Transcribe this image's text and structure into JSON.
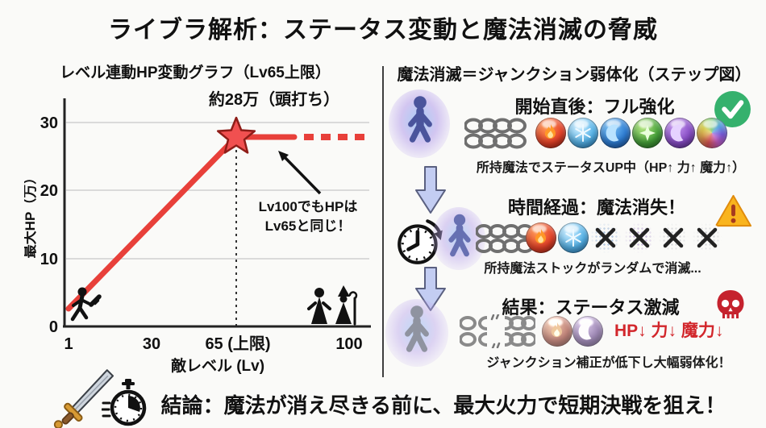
{
  "page": {
    "title": "ライブラ解析：ステータス変動と魔法消滅の脅威"
  },
  "chart": {
    "title": "レベル連動HP変動グラフ（Lv65上限）",
    "ylabel": "最大HP（万）",
    "xlabel": "敵レベル (Lv)",
    "yticks": [
      "0",
      "10",
      "20",
      "30"
    ],
    "xticks": [
      "1",
      "30",
      "65 (上限)",
      "100"
    ],
    "peak_label": "約28万（頭打ち）",
    "callout_line1": "Lv100でもHPは",
    "callout_line2": "Lv65と同じ！"
  },
  "chart_data": {
    "type": "line",
    "title": "レベル連動HP変動グラフ（Lv65上限）",
    "xlabel": "敵レベル (Lv)",
    "ylabel": "最大HP（万）",
    "x": [
      1,
      65,
      100
    ],
    "y": [
      3,
      28,
      28
    ],
    "xticks": [
      1,
      30,
      65,
      100
    ],
    "yticks": [
      0,
      10,
      20,
      30
    ],
    "xlim": [
      1,
      100
    ],
    "ylim": [
      0,
      33
    ],
    "grid": true,
    "line_color": "#e8403a",
    "marker": "star-at-x65-y28",
    "segments": [
      {
        "style": "solid",
        "from": [
          1,
          3
        ],
        "to": [
          65,
          28
        ]
      },
      {
        "style": "solid",
        "from": [
          65,
          28
        ],
        "to": [
          78,
          28
        ]
      },
      {
        "style": "dashed",
        "from": [
          78,
          28
        ],
        "to": [
          100,
          28
        ]
      }
    ],
    "annotations": [
      "約28万（頭打ち）",
      "Lv100でもHPは Lv65と同じ！"
    ]
  },
  "panel": {
    "title": "魔法消滅＝ジャンクション弱体化（ステップ図）"
  },
  "steps": [
    {
      "title": "開始直後：フル強化",
      "status": "check",
      "caption": "所持魔法でステータスUP中（HP↑ 力↑ 魔力↑）",
      "orbs": [
        "fire",
        "ice",
        "water",
        "holy",
        "moon",
        "rainbow"
      ],
      "lost": 0
    },
    {
      "title": "時間経過：魔法消失！",
      "status": "warning",
      "caption": "所持魔法ストックがランダムで消滅...",
      "orbs": [
        "fire",
        "ice"
      ],
      "lost": 4
    },
    {
      "title": "結果：ステータス激減",
      "status": "skull",
      "caption": "ジャンクション補正が低下し大幅弱体化！",
      "orbs": [
        "fire",
        "moon"
      ],
      "stats_text": "HP↓ 力↓ 魔力↓"
    }
  ],
  "conclusion": {
    "text": "結論：魔法が消え尽きる前に、最大火力で短期決戦を狙え！"
  },
  "icons": {
    "check_icon": "✓",
    "warning_icon": "⚠",
    "skull_icon": "☠",
    "x_mark_icon": "✕",
    "clock_icon": "🕐",
    "stopwatch_icon": "⏱",
    "sword_icon": "🗡",
    "arrow_down_icon": "⬇",
    "soldier_icon": "🚶",
    "witch_icon": "🧙",
    "chain_icon": "⛓",
    "broken_chain_icon": "⛓✂"
  },
  "colors": {
    "line_red": "#e8403a",
    "check_green": "#35b16d",
    "warning_yellow": "#f9b41e",
    "skull_red": "#c5222e",
    "stat_down_red": "#d2262b",
    "person_indigo": "#4a549c",
    "arrow_lavender": "#c3cdf2",
    "background": "#fafaf8"
  }
}
